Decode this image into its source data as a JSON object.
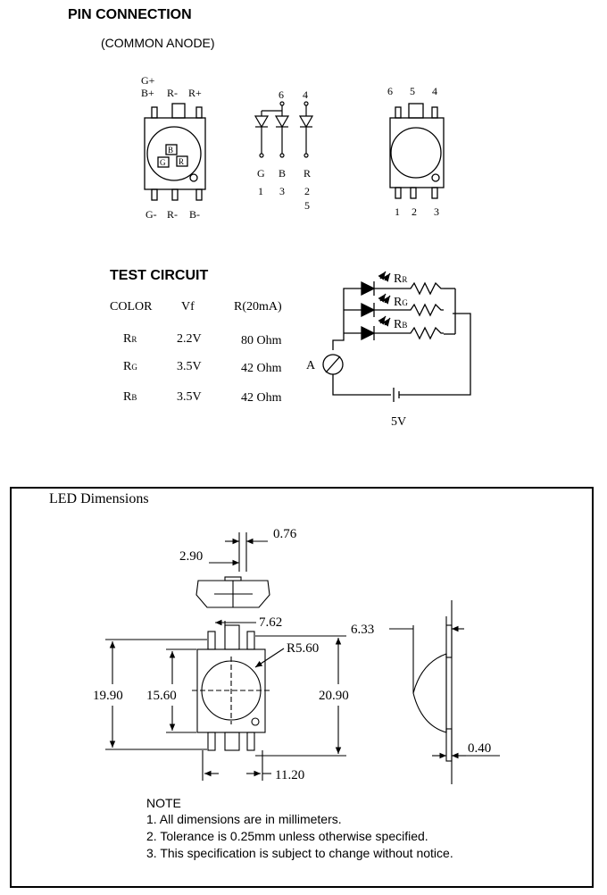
{
  "pin_connection": {
    "title": "PIN CONNECTION",
    "subtitle": "(COMMON ANODE)",
    "top_labels": [
      "G+",
      "B+",
      "R-",
      "R+"
    ],
    "bottom_labels": [
      "G-",
      "R-",
      "B-"
    ],
    "chip_letters": [
      "B",
      "G",
      "R"
    ],
    "schematic_top_pins": [
      "6",
      "4"
    ],
    "schematic_letters": [
      "G",
      "B",
      "R"
    ],
    "schematic_numbers": [
      "1",
      "3",
      "2",
      "5"
    ],
    "pkg_top_pins": [
      "6",
      "5",
      "4"
    ],
    "pkg_bottom_pins": [
      "1",
      "2",
      "3"
    ]
  },
  "test_circuit": {
    "title": "TEST CIRCUIT",
    "headers": [
      "COLOR",
      "Vf",
      "R(20mA)"
    ],
    "rows": [
      {
        "color": "R",
        "sub": "R",
        "vf": "2.2V",
        "r": "80 Ohm"
      },
      {
        "color": "R",
        "sub": "G",
        "vf": "3.5V",
        "r": "42 Ohm"
      },
      {
        "color": "R",
        "sub": "B",
        "vf": "3.5V",
        "r": "42 Ohm"
      }
    ],
    "resistor_labels": [
      {
        "main": "R",
        "sub": "R"
      },
      {
        "main": "R",
        "sub": "G"
      },
      {
        "main": "R",
        "sub": "B"
      }
    ],
    "ammeter_label": "A",
    "battery_label": "5V"
  },
  "dimensions": {
    "title": "LED Dimensions",
    "values": {
      "d076": "0.76",
      "d290": "2.90",
      "d762": "7.62",
      "d560": "R5.60",
      "d1990": "19.90",
      "d1560": "15.60",
      "d2090": "20.90",
      "d1120": "11.20",
      "d633": "6.33",
      "d040": "0.40"
    },
    "note_title": "NOTE",
    "notes": [
      "1. All dimensions are in millimeters.",
      "2. Tolerance is 0.25mm unless otherwise specified.",
      "3. This specification is subject to change without notice."
    ]
  }
}
